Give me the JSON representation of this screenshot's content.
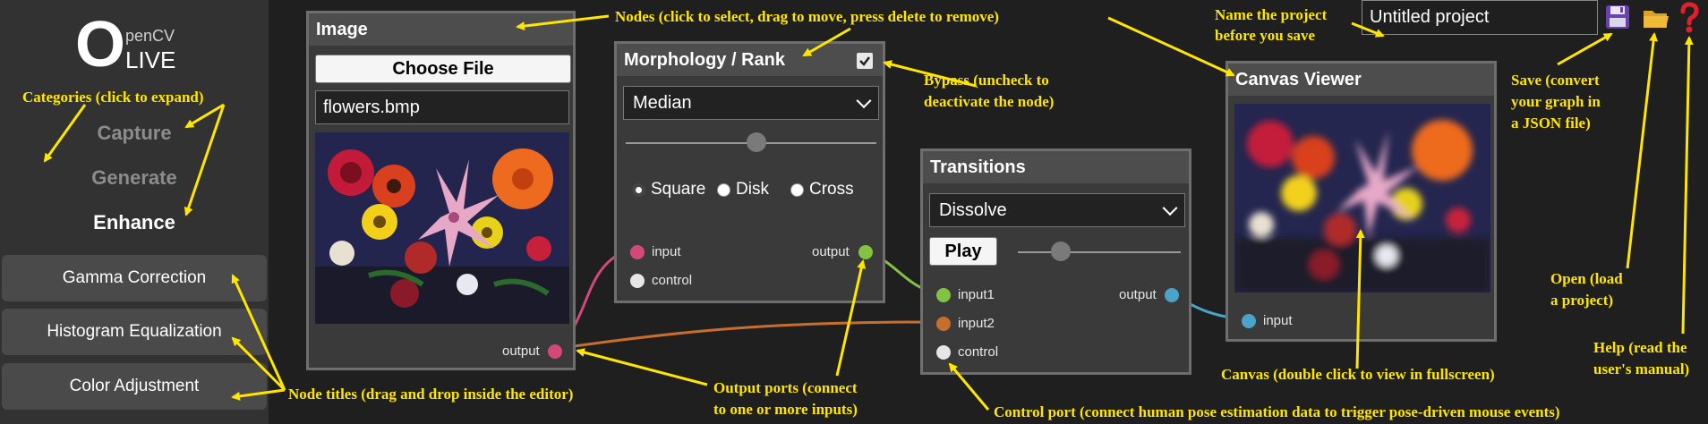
{
  "logo": {
    "o": "O",
    "pen": "penCV",
    "live": "LIVE"
  },
  "sidebar": {
    "categories": [
      {
        "label": "Capture"
      },
      {
        "label": "Generate"
      },
      {
        "label": "Enhance"
      }
    ],
    "items": [
      {
        "label": "Gamma Correction"
      },
      {
        "label": "Histogram Equalization"
      },
      {
        "label": "Color Adjustment"
      }
    ]
  },
  "toolbar": {
    "project_name": "Untitled project",
    "save_icon": "floppy-disk-icon",
    "open_icon": "folder-icon",
    "help_icon": "question-mark-icon"
  },
  "nodes": {
    "image": {
      "title": "Image",
      "choose_label": "Choose File",
      "filename": "flowers.bmp",
      "output_label": "output"
    },
    "morph": {
      "title": "Morphology / Rank",
      "bypass_checked": true,
      "select_value": "Median",
      "slider_value": 0.52,
      "radio": [
        {
          "label": "Square",
          "checked": true
        },
        {
          "label": "Disk",
          "checked": false
        },
        {
          "label": "Cross",
          "checked": false
        }
      ],
      "ports": {
        "input": "input",
        "control": "control",
        "output": "output"
      }
    },
    "transitions": {
      "title": "Transitions",
      "select_value": "Dissolve",
      "play_label": "Play",
      "slider_value": 0.27,
      "ports": {
        "input1": "input1",
        "input2": "input2",
        "control": "control",
        "output": "output"
      }
    },
    "canvas": {
      "title": "Canvas Viewer",
      "input_label": "input"
    }
  },
  "annotations": {
    "nodes": "Nodes (click to select, drag to move, press delete to remove)",
    "name_project": [
      "Name the project",
      "before you save"
    ],
    "categories": "Categories (click to expand)",
    "bypass": [
      "Bypass (uncheck to",
      "deactivate the node)"
    ],
    "save": [
      "Save (convert",
      "your graph in",
      "a JSON file)"
    ],
    "open": [
      "Open (load",
      "a project)"
    ],
    "help": [
      "Help (read the",
      "user's manual)"
    ],
    "node_titles": "Node titles (drag and drop inside the editor)",
    "output_ports": [
      "Output ports (connect",
      "to one or more inputs)"
    ],
    "canvas": "Canvas (double click to view in fullscreen)",
    "control_port": "Control port (connect human pose estimation data to trigger pose-driven mouse events)"
  },
  "colors": {
    "annotation": "#ffe600",
    "port_pink": "#d3487a",
    "port_green": "#82c341",
    "port_orange": "#c86e2d",
    "port_blue": "#4aa3c8",
    "port_white": "#e6e6e6",
    "save_icon": "#6a3fb0",
    "folder_icon": "#f0b93a",
    "help_icon": "#e0202a"
  }
}
